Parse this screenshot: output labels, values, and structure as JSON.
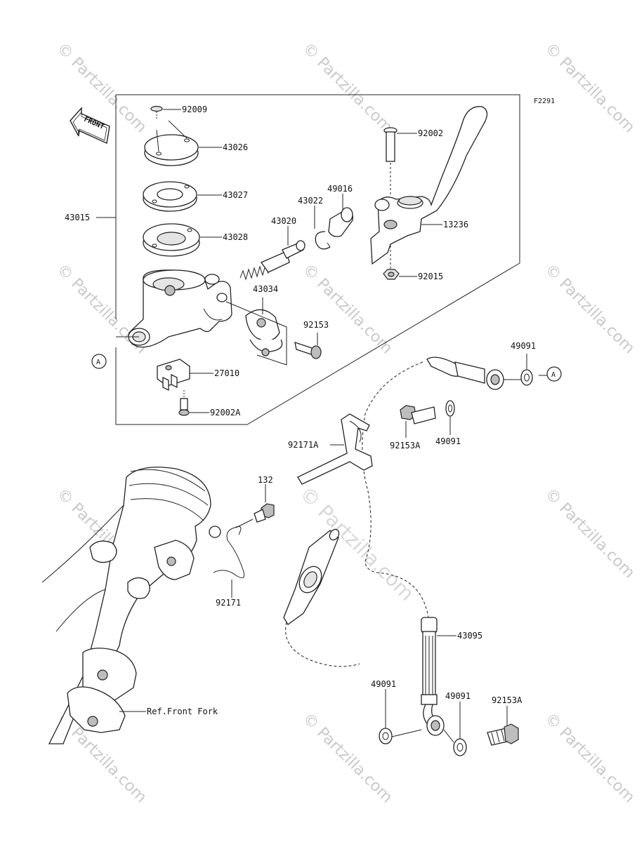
{
  "figure_code": "F2291",
  "front_arrow_label": "FRONT",
  "ref_circle": "A",
  "watermark": "© Partzilla.com",
  "labels": {
    "p92009": "92009",
    "p43026": "43026",
    "p43027": "43027",
    "p43028": "43028",
    "p43015": "43015",
    "p43022": "43022",
    "p49016": "49016",
    "p43020": "43020",
    "p43034": "43034",
    "p92153": "92153",
    "p27010": "27010",
    "p92002A": "92002A",
    "p92002": "92002",
    "p13236": "13236",
    "p92015": "92015",
    "p49091_a": "49091",
    "p49091_b": "49091",
    "p92153A_a": "92153A",
    "p92171A": "92171A",
    "p132": "132",
    "p92171": "92171",
    "p43095": "43095",
    "p49091_c": "49091",
    "p49091_d": "49091",
    "p92153A_b": "92153A",
    "ref_front_fork": "Ref.Front Fork"
  }
}
